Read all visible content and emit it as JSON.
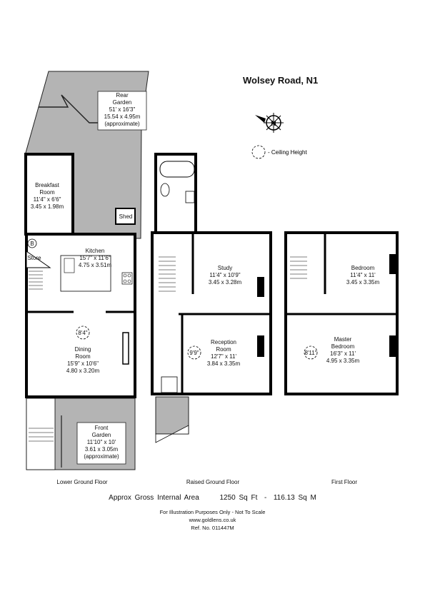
{
  "title": "Wolsey Road, N1",
  "legend": {
    "text": "- Ceiling Height"
  },
  "compass": {
    "letter": "N"
  },
  "floors": {
    "lower": "Lower Ground Floor",
    "raised": "Raised Ground Floor",
    "first": "First Floor"
  },
  "rooms": {
    "rear_garden": [
      "Rear",
      "Garden",
      "51' x 16'3\"",
      "15.54 x 4.95m",
      "(approximate)"
    ],
    "breakfast": [
      "Breakfast",
      "Room",
      "11'4\" x 6'6\"",
      "3.45 x 1.98m"
    ],
    "shed": [
      "Shed"
    ],
    "store": [
      "Store"
    ],
    "b_mark": [
      "B"
    ],
    "kitchen": [
      "Kitchen",
      "15'7\" x 11'6\"",
      "4.75 x 3.51m"
    ],
    "dining": [
      "Dining",
      "Room",
      "15'9\" x 10'6\"",
      "4.80 x 3.20m"
    ],
    "front_garden": [
      "Front",
      "Garden",
      "11'10\" x 10'",
      "3.61 x 3.05m",
      "(approximate)"
    ],
    "study": [
      "Study",
      "11'4\" x 10'9\"",
      "3.45 x 3.28m"
    ],
    "reception": [
      "Reception",
      "Room",
      "12'7\" x 11'",
      "3.84 x 3.35m"
    ],
    "bedroom": [
      "Bedroom",
      "11'4\" x 11'",
      "3.45 x 3.35m"
    ],
    "master": [
      "Master",
      "Bedroom",
      "16'3\" x 11'",
      "4.95 x 3.35m"
    ]
  },
  "ceilings": {
    "lower": "8'4\"",
    "raised": "9'9\"",
    "first": "8'11\""
  },
  "footer": {
    "area_label": "Approx Gross Internal Area",
    "area_sqft": "1250 Sq Ft",
    "area_sqm": "116.13 Sq M",
    "disclaimer": "For Illustration Purposes Only - Not To Scale",
    "website": "www.goldlens.co.uk",
    "ref": "Ref. No. 011447M"
  }
}
